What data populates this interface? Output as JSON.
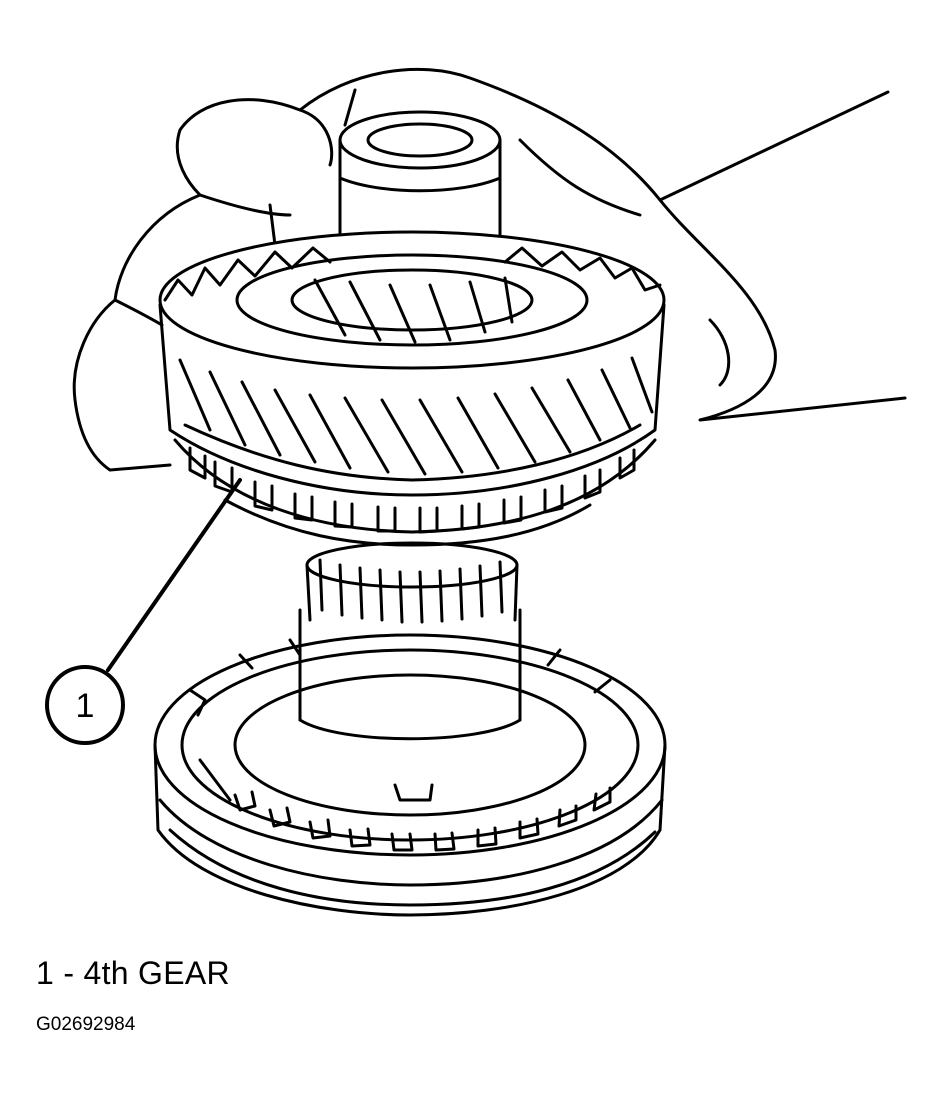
{
  "callouts": [
    {
      "number": "1"
    }
  ],
  "legend": {
    "items": [
      {
        "number": "1",
        "separator": "-",
        "label": "4th GEAR"
      }
    ]
  },
  "figure_id": "G02692984"
}
